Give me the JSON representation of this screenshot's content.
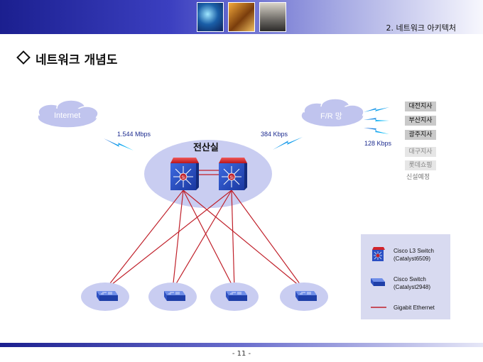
{
  "header": {
    "section": "2. 네트워크 아키텍처",
    "photos": [
      "fiber-optic-photo",
      "stock-numbers-photo",
      "business-people-photo"
    ]
  },
  "title": "네트워크 개념도",
  "clouds": {
    "internet": "Internet",
    "frame_relay": "F/R 망"
  },
  "links": {
    "internet_speed": "1.544 Mbps",
    "fr_speed": "384 Kbps",
    "branch_speed": "128 Kbps"
  },
  "hq_label": "전산실",
  "branches": {
    "active": [
      "대전지사",
      "부산지사",
      "광주지사"
    ],
    "planned": [
      "대구지사",
      "롯데쇼핑"
    ],
    "planned_note": "신설예정"
  },
  "legend": {
    "l3_switch": "Cisco L3 Switch (Catalyst6509)",
    "switch": "Cisco Switch (Catalyst2948)",
    "gigabit": "Gigabit Ethernet"
  },
  "colors": {
    "link_red": "#c0202a",
    "ellipse_fill": "#c9cdf1",
    "cloud_fill": "#c0c4ee",
    "switch_blue": "#2a4fc4"
  },
  "page_number": "- 11 -"
}
